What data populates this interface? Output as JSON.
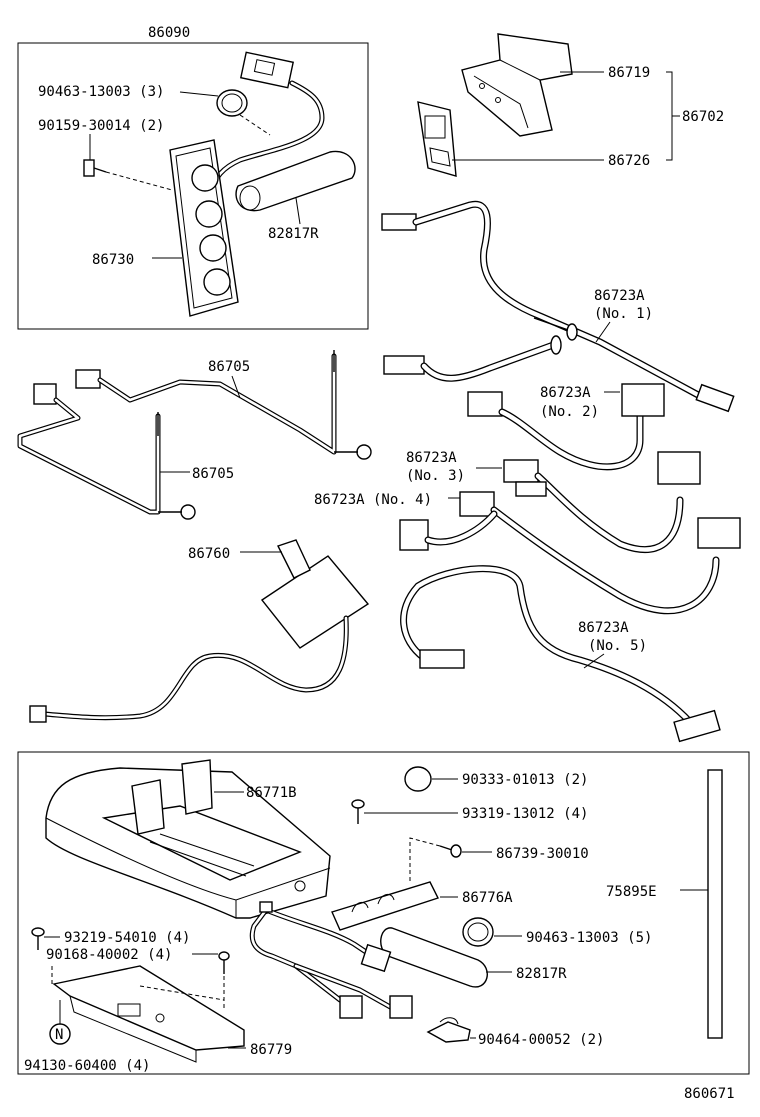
{
  "diagram": {
    "group_top": {
      "title": "86090"
    },
    "labels": {
      "grommet_top": "90463-13003 (3)",
      "screw_top": "90159-30014 (2)",
      "switch_panel": "86730",
      "cover_top": "82817R",
      "bracket_a": "86719",
      "bracket_b": "86726",
      "bracket_set": "86702",
      "harness_1": "86723A",
      "harness_1_no": "(No. 1)",
      "harness_2": "86723A",
      "harness_2_no": "(No. 2)",
      "harness_3": "86723A",
      "harness_3_no": "(No. 3)",
      "harness_4": "86723A (No. 4)",
      "harness_5": "86723A",
      "harness_5_no": "(No. 5)",
      "wire_a": "86705",
      "wire_b": "86705",
      "antenna": "86760",
      "box": "86771B",
      "plug": "90333-01013 (2)",
      "screw_b": "93319-13012 (4)",
      "screw_c": "86739-30010",
      "cover_b": "86776A",
      "strip": "75895E",
      "grommet_b": "90463-13003 (5)",
      "cover_c": "82817R",
      "clamp": "90464-00052 (2)",
      "screw_d": "93219-54010 (4)",
      "screw_e": "90168-40002 (4)",
      "bracket_c": "86779",
      "nut": "94130-60400 (4)",
      "nut_mark": "N"
    },
    "figure_number": "860671"
  }
}
